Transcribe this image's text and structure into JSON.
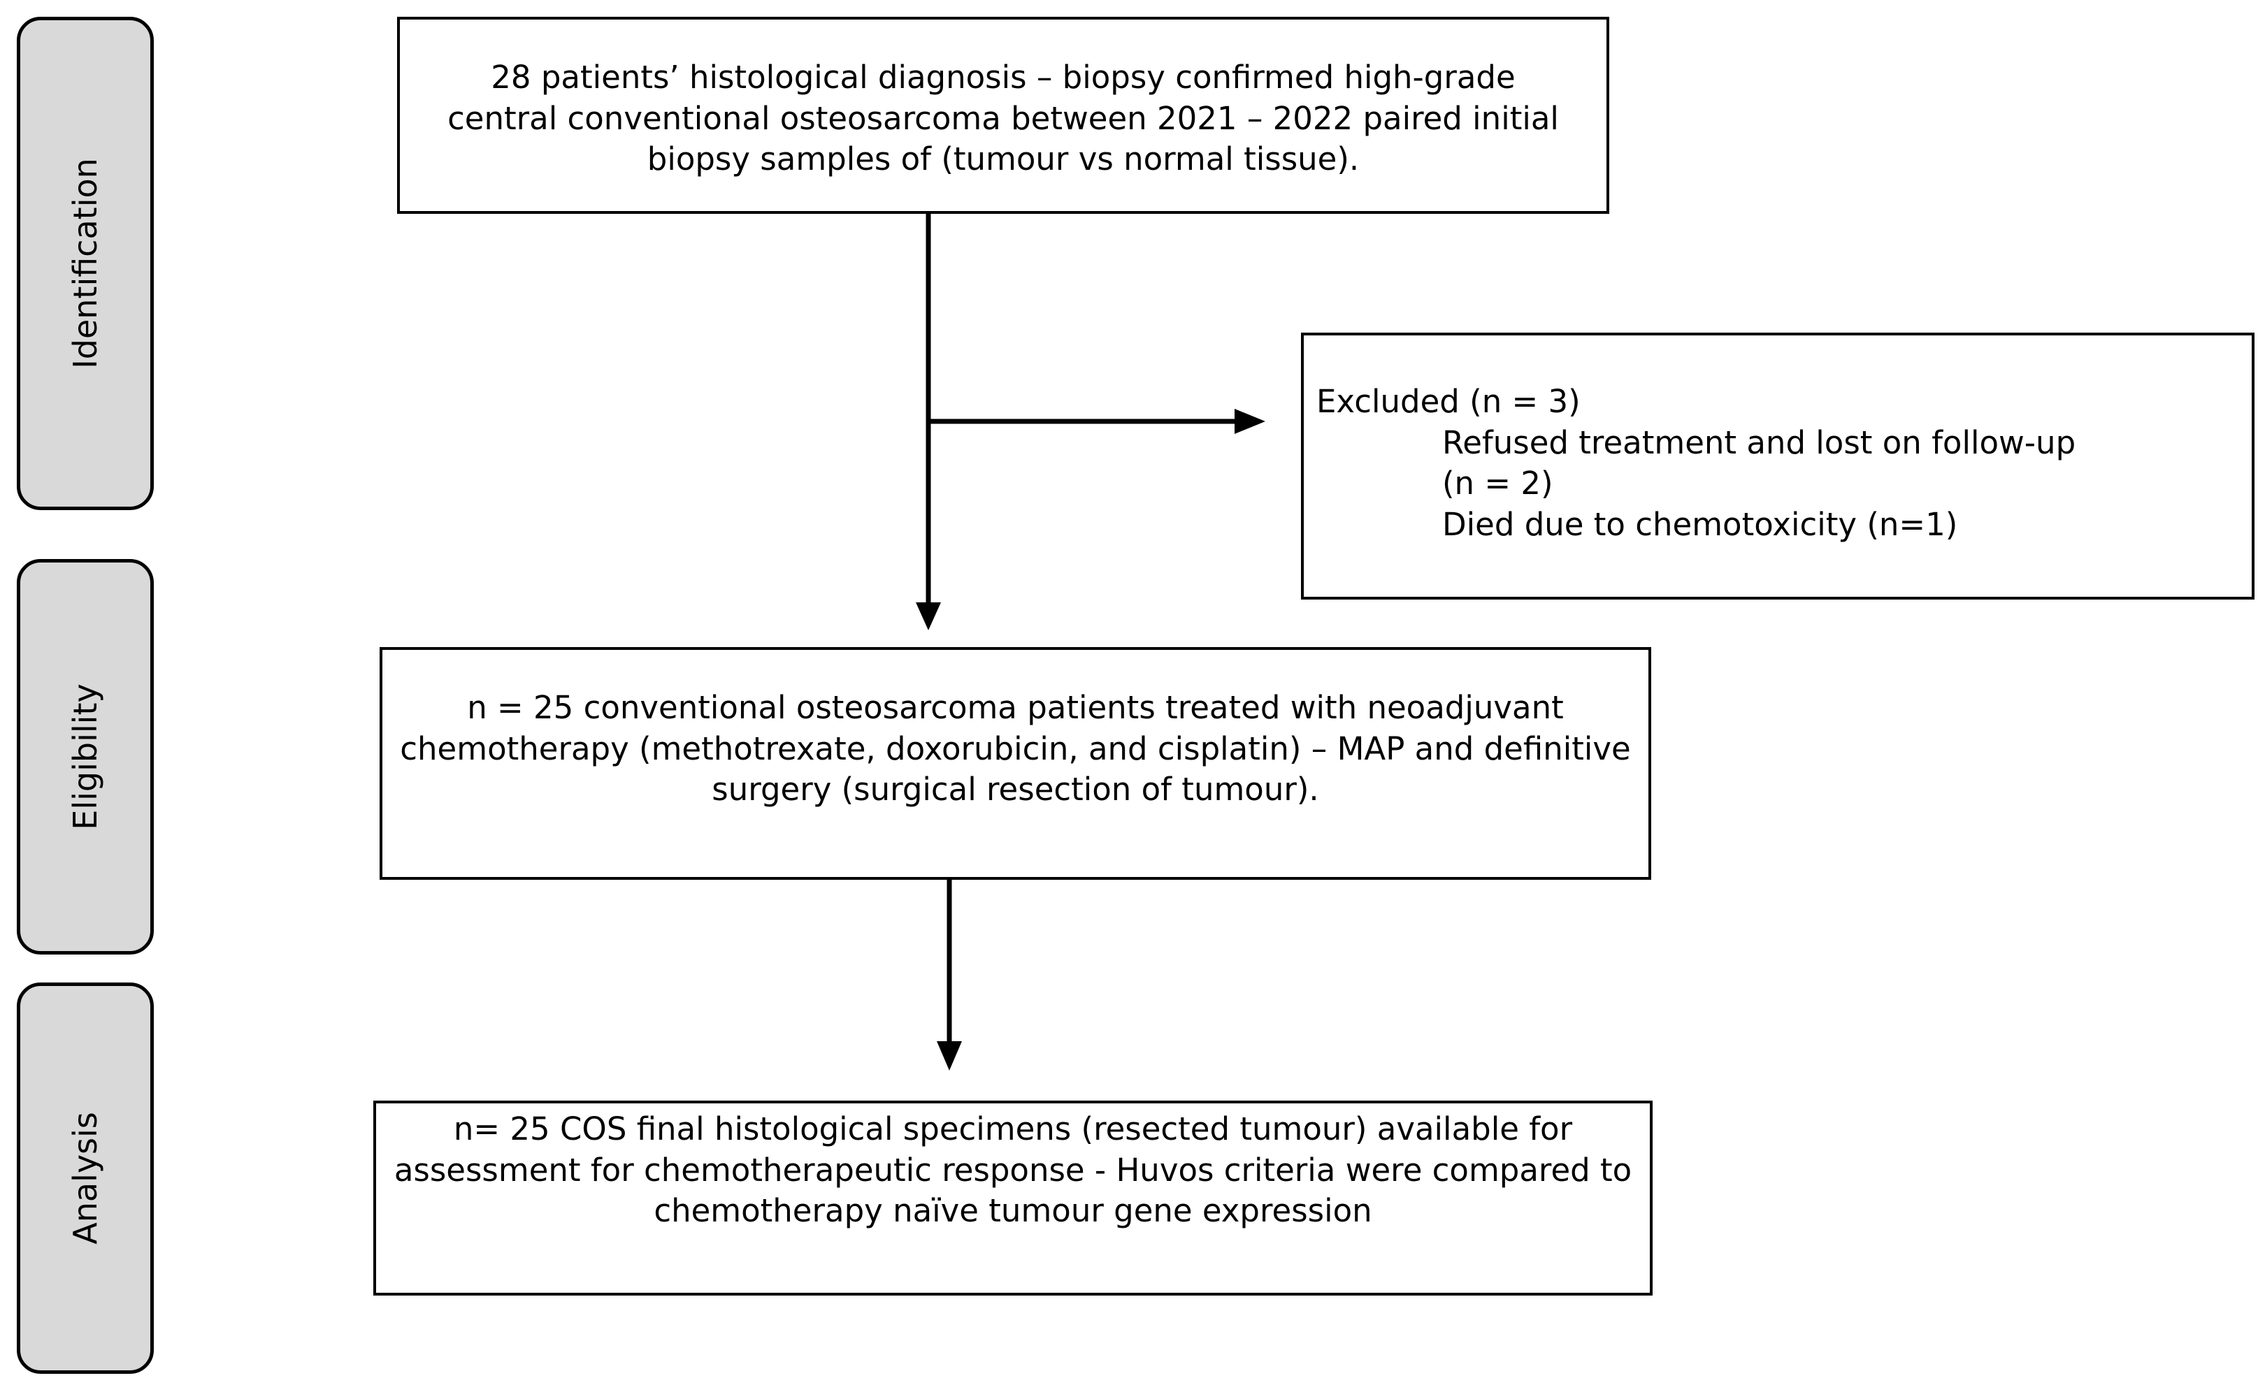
{
  "stages": {
    "identification": "Identification",
    "eligibility": "Eligibility",
    "analysis": "Analysis"
  },
  "boxes": {
    "diagnosis": "28 patients’ histological diagnosis – biopsy confirmed high-grade\ncentral conventional osteosarcoma between 2021 – 2022 paired initial\nbiopsy samples of (tumour vs normal tissue).",
    "excluded": {
      "title": "Excluded (n = 3)",
      "items": [
        "Refused treatment and lost on follow-up\n(n = 2)",
        "Died due to chemotoxicity (n=1)"
      ]
    },
    "eligible": "n = 25 conventional osteosarcoma patients treated with neoadjuvant\nchemotherapy (methotrexate, doxorubicin, and cisplatin) – MAP and definitive\nsurgery (surgical resection of tumour).",
    "analysis": "n= 25 COS final histological specimens (resected tumour) available for\nassessment for chemotherapeutic response - Huvos criteria were compared to\nchemotherapy naïve tumour gene expression"
  },
  "colors": {
    "stage_fill": "#d9d9d9",
    "stroke": "#000000",
    "background": "#ffffff"
  }
}
